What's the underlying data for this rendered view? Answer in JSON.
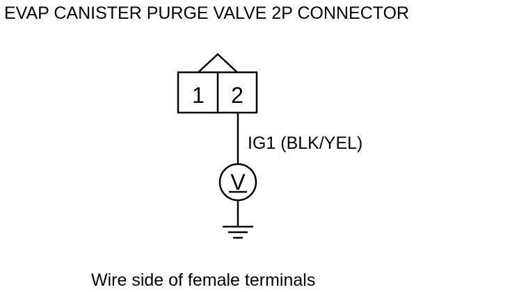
{
  "title": "EVAP CANISTER PURGE VALVE 2P CONNECTOR",
  "connector": {
    "terminals": [
      "1",
      "2"
    ]
  },
  "wire_label": "IG1 (BLK/YEL)",
  "meter_symbol": "V",
  "caption": "Wire side of female terminals",
  "colors": {
    "ink": "#000000",
    "background": "#ffffff"
  }
}
